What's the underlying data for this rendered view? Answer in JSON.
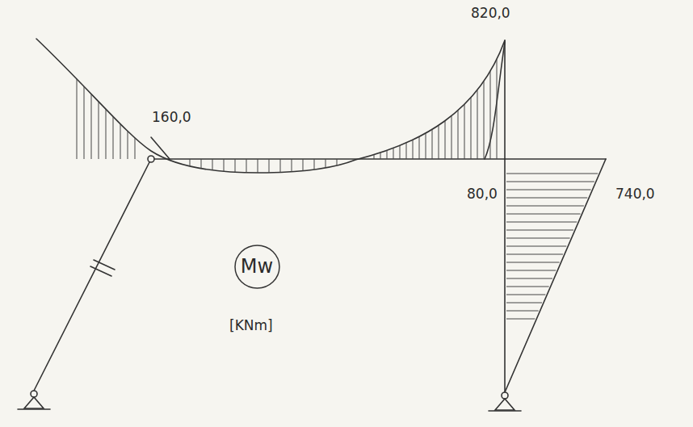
{
  "diagram": {
    "nodes": [
      {
        "text": [
          "Mw"
        ]
      }
    ],
    "labels": [
      "160,0",
      "820,0",
      "80,0",
      "740,0",
      "[KNm]"
    ]
  }
}
